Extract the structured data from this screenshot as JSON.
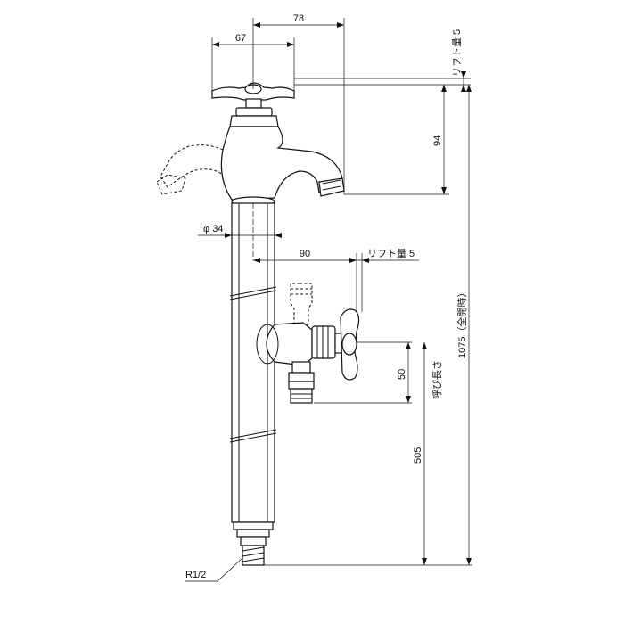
{
  "dimensions": {
    "top_width": "78",
    "handle_width": "67",
    "spout_height": "94",
    "pipe_diameter": "φ 34",
    "side_valve_offset": "90",
    "side_valve_lift": "リフト量 5",
    "top_lift": "リフト量 5",
    "total_height": "1075（全開時）",
    "side_valve_height": "50",
    "nominal_length": "呼び長さ",
    "nominal_length_value": "505",
    "thread": "R1/2"
  },
  "colors": {
    "line": "#111111",
    "background": "#ffffff"
  }
}
